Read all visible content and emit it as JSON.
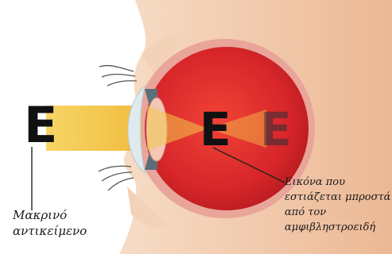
{
  "object_letter": "E",
  "image_letter": "E",
  "ghost_letter": "E",
  "object_caption": [
    "Μακρινό",
    "αντικείμενο"
  ],
  "image_caption": [
    "Εικόνα που",
    "εστιάζεται μπροστά",
    "από τον",
    "αμφιβληστροειδή"
  ],
  "colors": {
    "skin": "#f2c9a8",
    "eyeball": "#d8262a",
    "sclera": "#e9a59a",
    "ray": "#f2c84b",
    "letter": "#111111"
  }
}
